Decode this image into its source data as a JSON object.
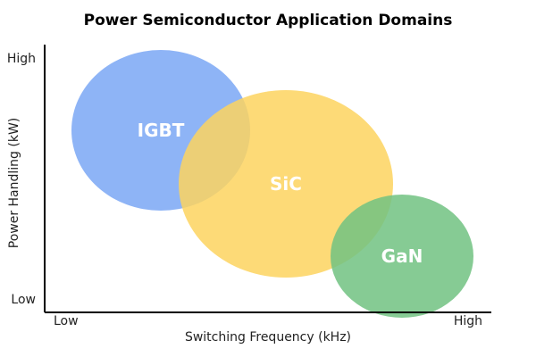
{
  "chart_data": {
    "type": "venn",
    "title": "Power Semiconductor Application Domains",
    "xlabel": "Switching Frequency (kHz)",
    "ylabel": "Power Handling (kW)",
    "x_ticks": {
      "low": "Low",
      "high": "High"
    },
    "y_ticks": {
      "low": "Low",
      "high": "High"
    },
    "xlim": [
      0,
      1
    ],
    "ylim": [
      0,
      1
    ],
    "grid": false,
    "legend": "none",
    "regions": [
      {
        "label": "IGBT",
        "cx": 0.26,
        "cy": 0.68,
        "rx": 0.2,
        "ry": 0.3,
        "color": "#7aa7f5",
        "opacity": 0.85
      },
      {
        "label": "SiC",
        "cx": 0.54,
        "cy": 0.48,
        "rx": 0.24,
        "ry": 0.35,
        "color": "#fdd35f",
        "opacity": 0.85
      },
      {
        "label": "GaN",
        "cx": 0.8,
        "cy": 0.21,
        "rx": 0.16,
        "ry": 0.23,
        "color": "#71c281",
        "opacity": 0.85
      }
    ]
  }
}
